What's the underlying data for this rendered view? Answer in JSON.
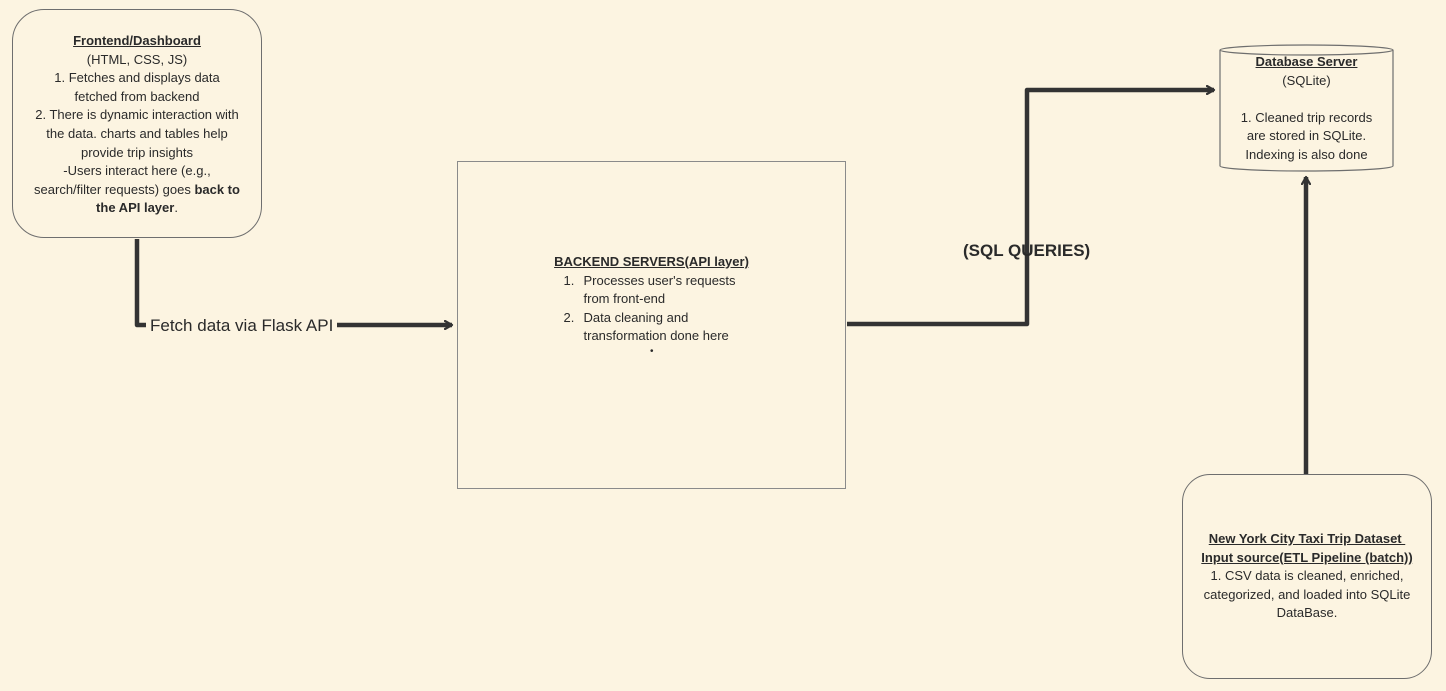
{
  "frontend": {
    "title": "Frontend/Dashboard",
    "tech": "(HTML, CSS, JS)",
    "point1_a": "1. Fetches and displays data",
    "point1_b": "fetched from backend",
    "point2_a": "2. There is dynamic interaction with",
    "point2_b": "the data. charts and tables help",
    "point2_c": "provide trip insights",
    "users_a": "-Users interact here (e.g.,",
    "users_b_plain": "search/filter requests) goes ",
    "users_b_bold": "back to",
    "users_c_bold": "the API layer",
    "users_c_plain": "."
  },
  "backend": {
    "title": "BACKEND SERVERS(API layer)",
    "items": [
      {
        "num": "1.",
        "line1": "Processes user's requests",
        "line2": "from front-end"
      },
      {
        "num": "2.",
        "line1": "Data cleaning and",
        "line2": "transformation done here"
      }
    ],
    "dot": "•"
  },
  "database": {
    "title": "Database Server",
    "tech": "(SQLite)",
    "point1_a": "1. Cleaned trip records",
    "point1_b": "are stored in SQLite.",
    "point1_c": "Indexing is also done"
  },
  "etl": {
    "title1": "New York City Taxi Trip Dataset ",
    "title2": "Input source(ETL Pipeline (batch))",
    "point1_a": "1. CSV data is cleaned, enriched,",
    "point1_b": "categorized, and loaded into SQLite",
    "point1_c": "DataBase."
  },
  "edges": {
    "fetch_label": "Fetch data via Flask API",
    "sql_label": "(SQL QUERIES)"
  },
  "colors": {
    "background": "#fcf4e1",
    "connector": "#333333",
    "box_border": "#6e6e6e"
  }
}
